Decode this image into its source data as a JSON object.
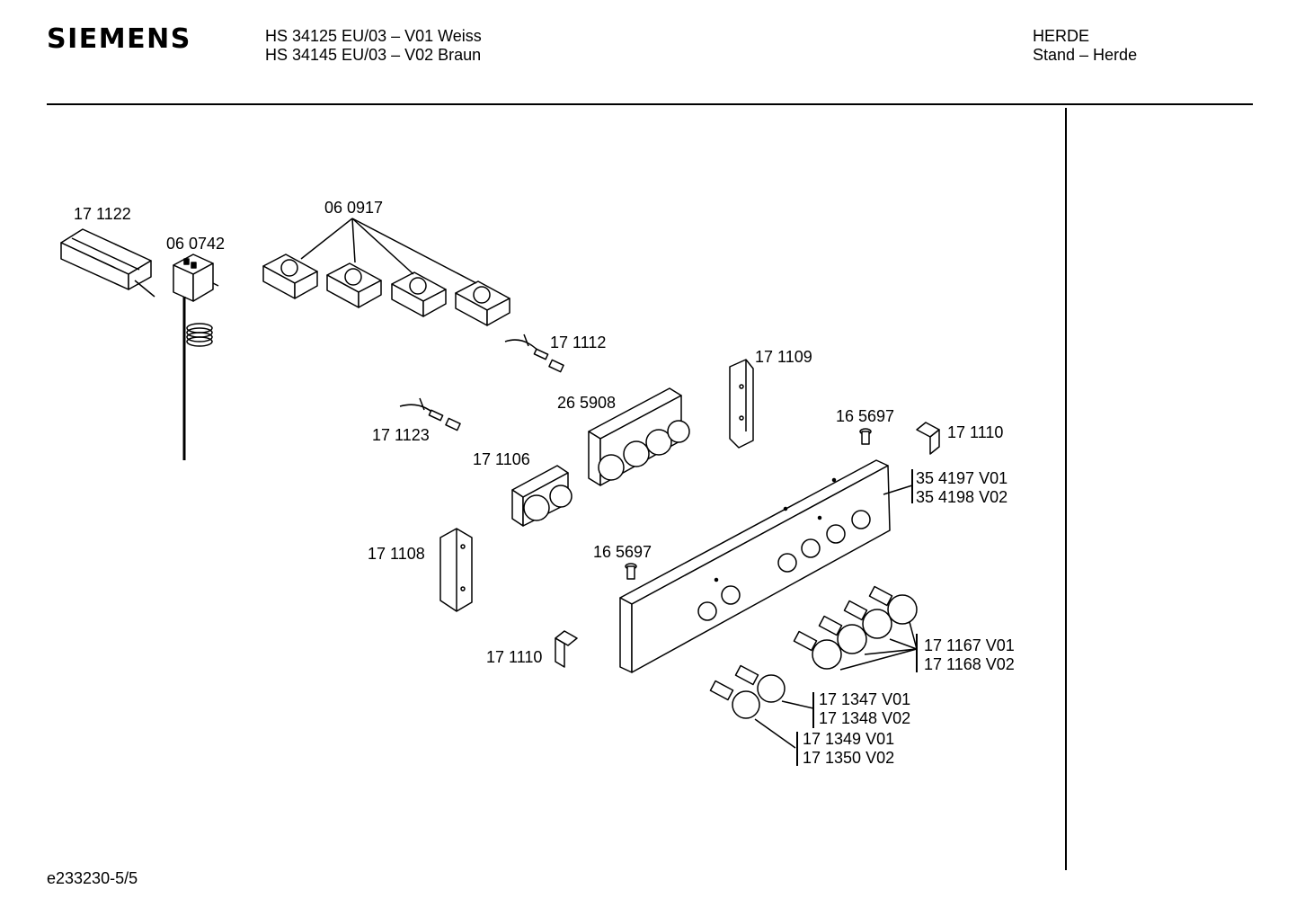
{
  "header": {
    "brand": "SIEMENS",
    "model_line_1": "HS 34125 EU/03 – V01 Weiss",
    "model_line_2": "HS 34145 EU/03 – V02 Braun",
    "category_line_1": "HERDE",
    "category_line_2": "Stand – Herde"
  },
  "footer": {
    "doc_id": "e233230-5/5"
  },
  "parts": {
    "p171122": "17 1122",
    "p060742": "06 0742",
    "p060917": "06 0917",
    "p171112": "17 1112",
    "p171109": "17 1109",
    "p171123": "17 1123",
    "p265908": "26 5908",
    "p165697a": "16 5697",
    "p171110a": "17 1110",
    "p171106": "17 1106",
    "p354197": "35 4197 V01",
    "p354198": "35 4198 V02",
    "p171108": "17 1108",
    "p165697b": "16 5697",
    "p171110b": "17 1110",
    "p171167": "17 1167 V01",
    "p171168": "17 1168 V02",
    "p171347": "17 1347 V01",
    "p171348": "17 1348 V02",
    "p171349": "17 1349 V01",
    "p171350": "17 1350 V02"
  }
}
